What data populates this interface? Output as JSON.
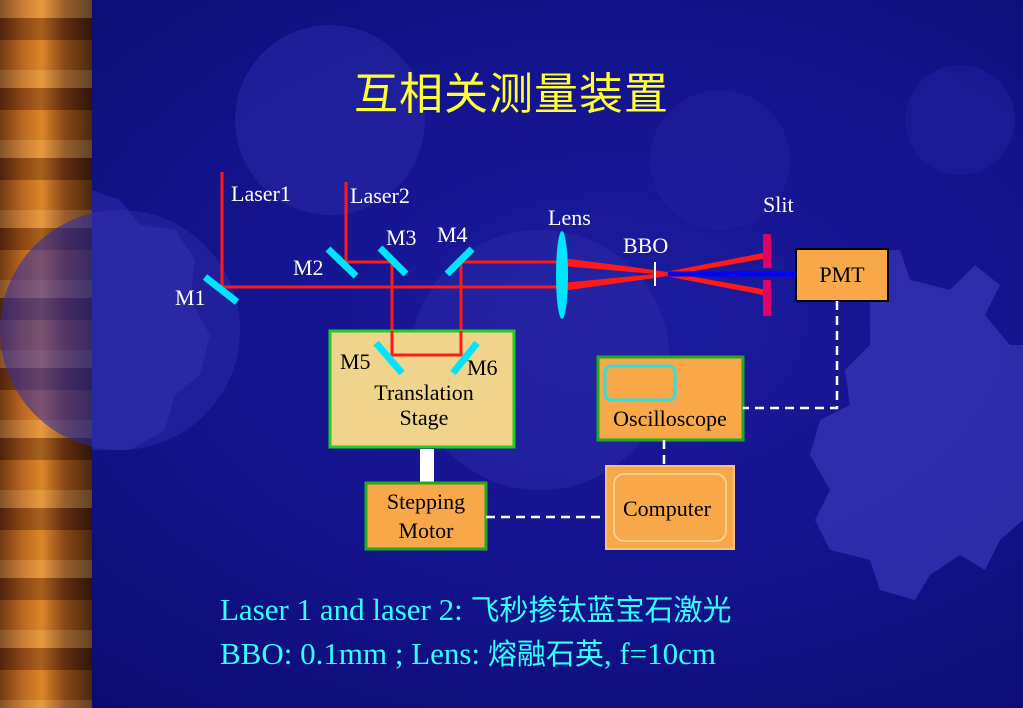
{
  "slide": {
    "title": "互相关测量装置",
    "caption_line1_a": "Laser 1 and laser 2:  ",
    "caption_line1_b": "飞秒掺钛蓝宝石激光",
    "caption_line2_a": "BBO: 0.1mm ;  Lens: ",
    "caption_line2_b": "熔融石英",
    "caption_line2_c": ", f=10cm"
  },
  "diagram": {
    "labels": {
      "laser1": "Laser1",
      "laser2": "Laser2",
      "m1": "M1",
      "m2": "M2",
      "m3": "M3",
      "m4": "M4",
      "m5": "M5",
      "m6": "M6",
      "lens": "Lens",
      "bbo": "BBO",
      "slit": "Slit",
      "pmt": "PMT",
      "translation_stage_1": "Translation",
      "translation_stage_2": "Stage",
      "stepping_motor_1": "Stepping",
      "stepping_motor_2": "Motor",
      "oscilloscope": "Oscilloscope",
      "computer": "Computer"
    },
    "colors": {
      "beam": "#ff1a1a",
      "mirror": "#00e5ff",
      "lens": "#00e5ff",
      "slit": "#e0006a",
      "blue_beam": "#0000ff",
      "box_fill": "#f0d48c",
      "box_border": "#22cc22",
      "orange_fill": "#f8a848",
      "title": "#ffff33",
      "caption": "#33ffff"
    }
  }
}
